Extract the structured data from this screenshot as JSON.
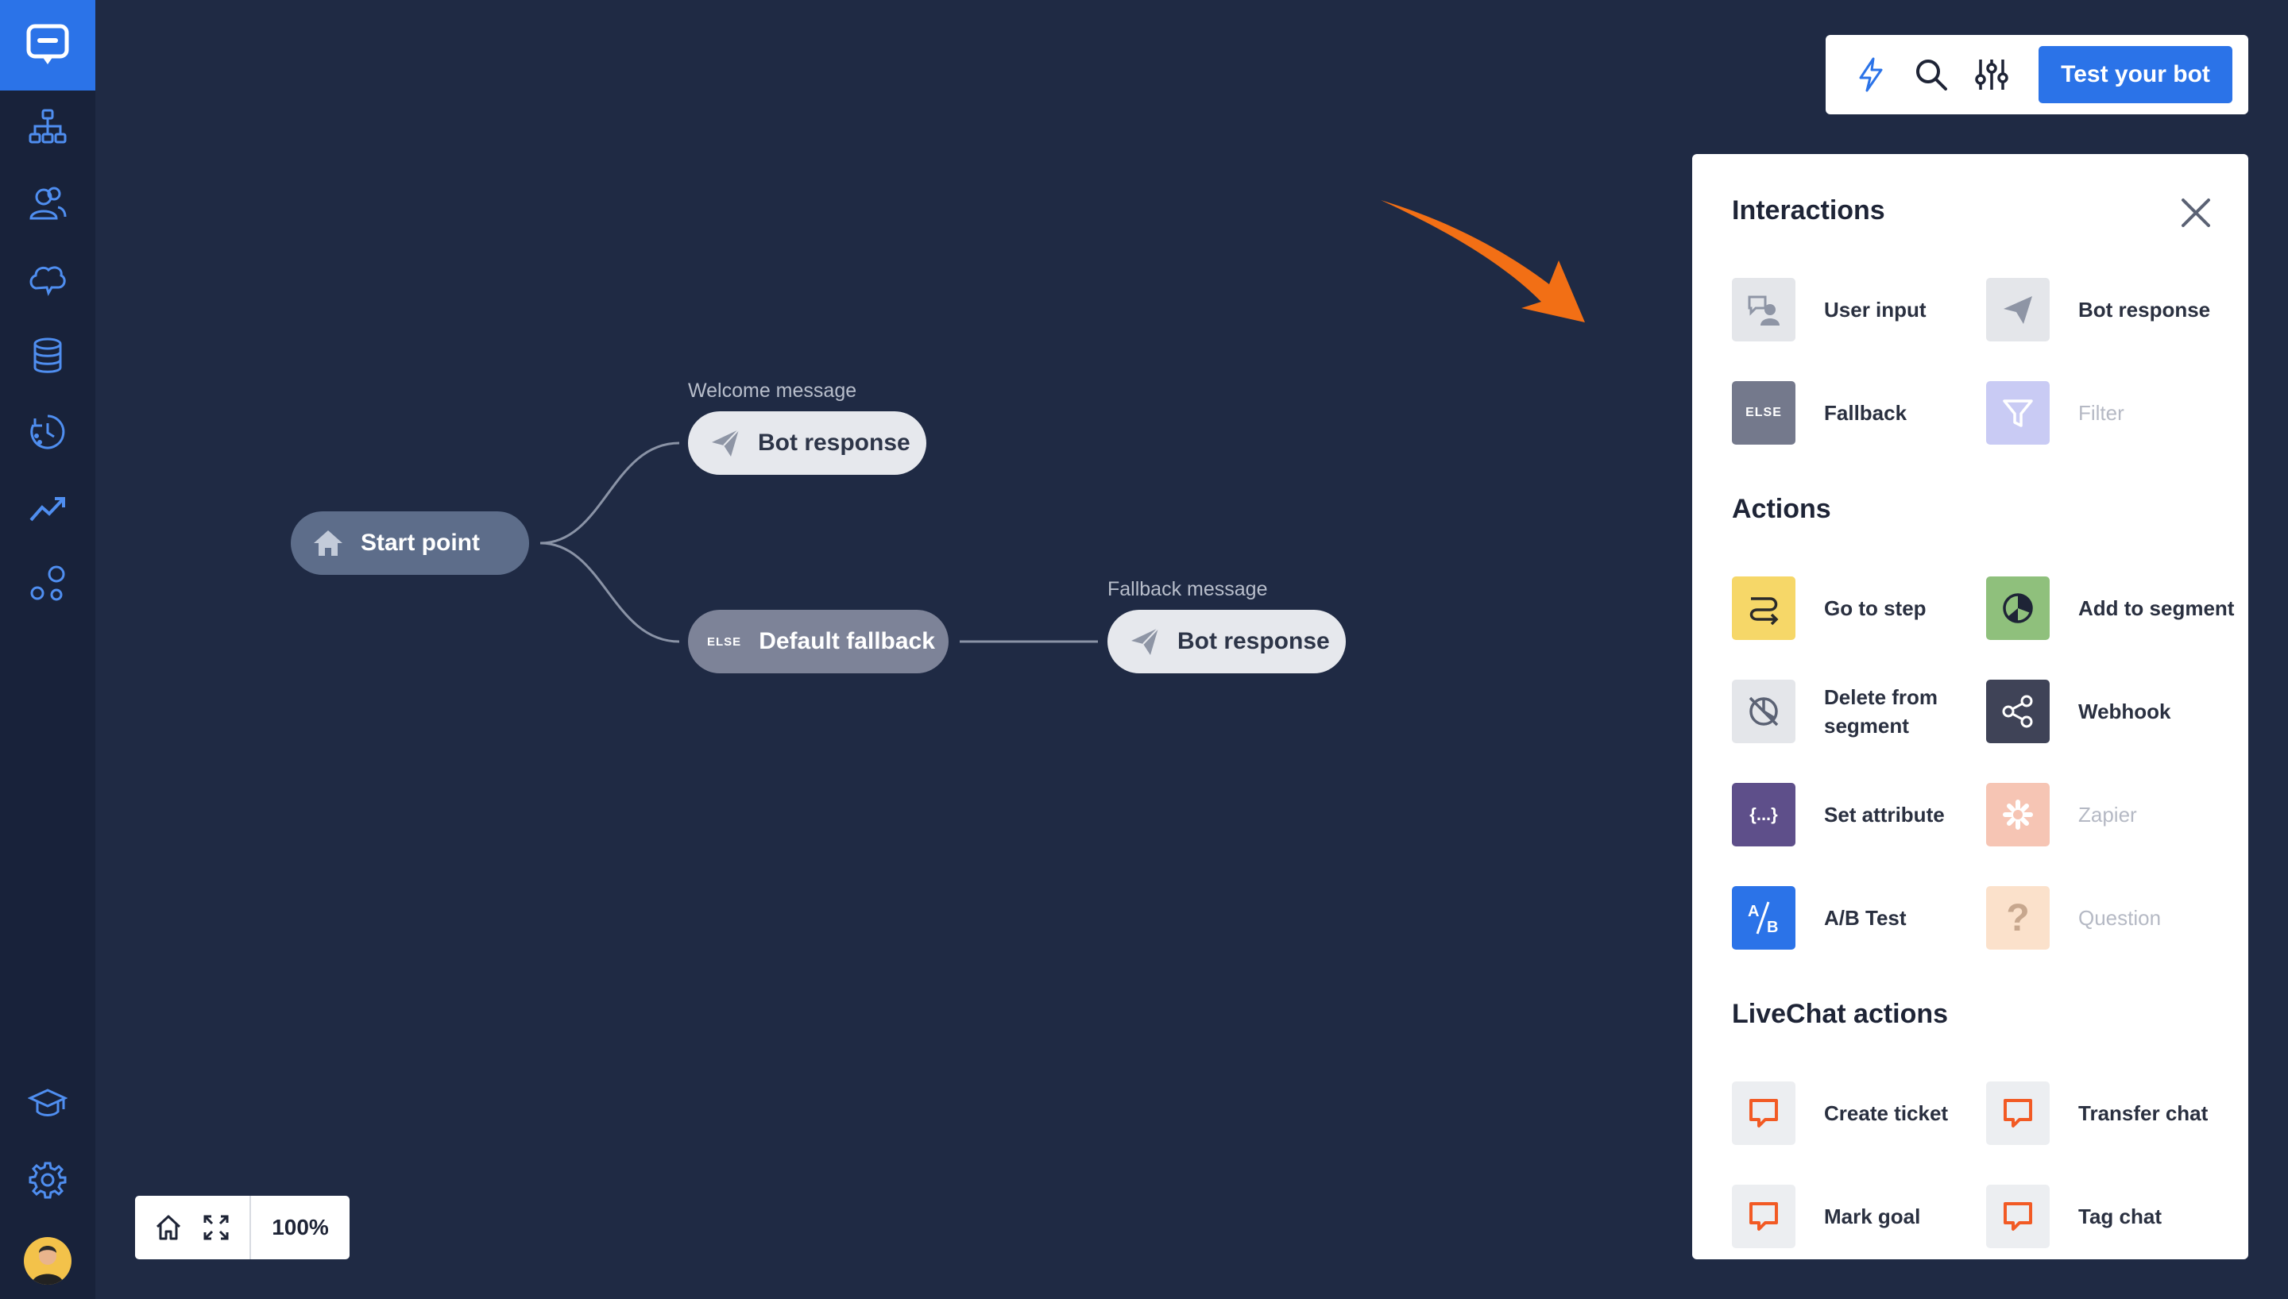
{
  "toolbar": {
    "test_label": "Test your bot",
    "icons": [
      "lightning-icon",
      "search-icon",
      "sliders-icon"
    ]
  },
  "canvas": {
    "start_node": "Start point",
    "welcome_caption": "Welcome message",
    "welcome_node": "Bot response",
    "fallback_node": "Default fallback",
    "fallback_tag": "ELSE",
    "fallback_caption": "Fallback message",
    "fallback_response_node": "Bot response"
  },
  "panel": {
    "interactions_title": "Interactions",
    "actions_title": "Actions",
    "livechat_title": "LiveChat actions",
    "interactions": [
      {
        "label": "User input",
        "color": "#e4e6ea",
        "enabled": true
      },
      {
        "label": "Bot response",
        "color": "#e4e6ea",
        "enabled": true
      },
      {
        "label": "Fallback",
        "color": "#74798c",
        "enabled": true
      },
      {
        "label": "Filter",
        "color": "#c9cbf4",
        "enabled": false
      }
    ],
    "actions": [
      {
        "label": "Go to step",
        "color": "#f6d768",
        "enabled": true
      },
      {
        "label": "Add to segment",
        "color": "#8fc07c",
        "enabled": true
      },
      {
        "label": "Delete from segment",
        "color": "#e4e6ea",
        "enabled": true
      },
      {
        "label": "Webhook",
        "color": "#3f4357",
        "enabled": true
      },
      {
        "label": "Set attribute",
        "color": "#5e4f8a",
        "enabled": true
      },
      {
        "label": "Zapier",
        "color": "#f6c5b4",
        "enabled": false
      },
      {
        "label": "A/B Test",
        "color": "#2b73e8",
        "enabled": true
      },
      {
        "label": "Question",
        "color": "#fbe1cb",
        "enabled": false
      }
    ],
    "livechat": [
      {
        "label": "Create ticket",
        "color": "#eceef1",
        "enabled": true
      },
      {
        "label": "Transfer chat",
        "color": "#eceef1",
        "enabled": true
      },
      {
        "label": "Mark goal",
        "color": "#eceef1",
        "enabled": true
      },
      {
        "label": "Tag chat",
        "color": "#eceef1",
        "enabled": true
      }
    ],
    "tile_glyphs": {
      "fallback": "ELSE",
      "set_attribute": "{...}",
      "question": "?"
    }
  },
  "zoom": {
    "level": "100%"
  },
  "colors": {
    "accent": "#2b73e8",
    "canvas_bg": "#1f2a44",
    "sidebar_bg": "#18223a",
    "arrow": "#f26f15"
  }
}
